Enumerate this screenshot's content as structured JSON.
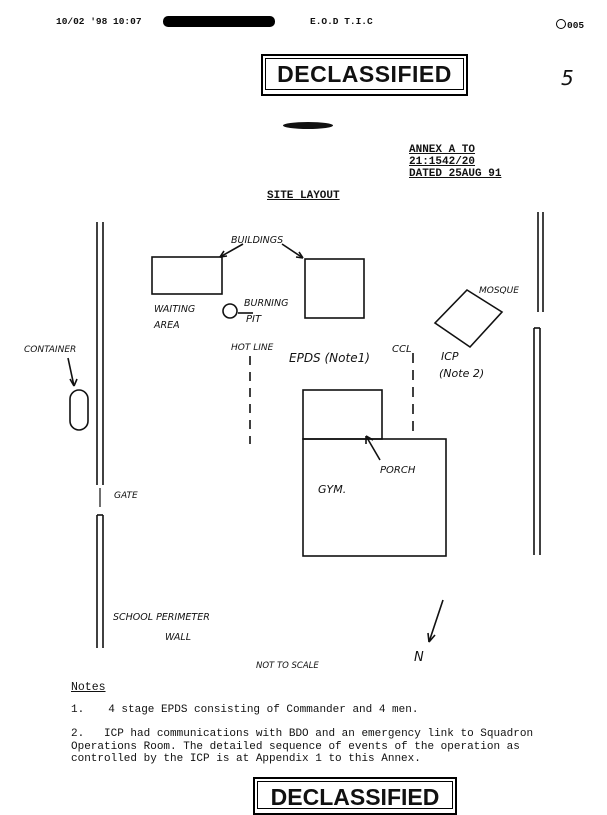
{
  "fax_header": {
    "datetime": "10/02 '98  10:07",
    "sender": "E.O.D T.I.C",
    "page_mark": "005"
  },
  "stamp_top": "DECLASSIFIED",
  "stamp_bottom": "DECLASSIFIED",
  "handwritten_page_number": "5",
  "annex": {
    "line1": "ANNEX A TO",
    "line2": "21:1542/20",
    "line3": "DATED 25AUG 91"
  },
  "title": "SITE LAYOUT",
  "diagram_labels": {
    "buildings": "BUILDINGS",
    "waiting_area_1": "WAITING",
    "waiting_area_2": "AREA",
    "burning_pit_1": "BURNING",
    "burning_pit_2": "PIT",
    "mosque": "MOSQUE",
    "container": "CONTAINER",
    "hot_line": "HOT LINE",
    "epds": "EPDS (Note1)",
    "ccl": "CCL",
    "icp_1": "ICP",
    "icp_2": "(Note 2)",
    "porch": "PORCH",
    "gym": "GYM.",
    "gate": "GATE",
    "school_perimeter": "SCHOOL PERIMETER",
    "wall": "WALL",
    "not_to_scale": "NOT TO SCALE",
    "north": "N"
  },
  "notes": {
    "heading": "Notes",
    "items": [
      {
        "num": "1.",
        "text": "4 stage EPDS consisting of Commander and 4 men."
      },
      {
        "num": "2.",
        "text": "ICP had communications with BDO and an emergency link to Squadron Operations Room.  The detailed sequence of events of the operation as controlled by the ICP is at Appendix 1 to this Annex."
      }
    ]
  }
}
